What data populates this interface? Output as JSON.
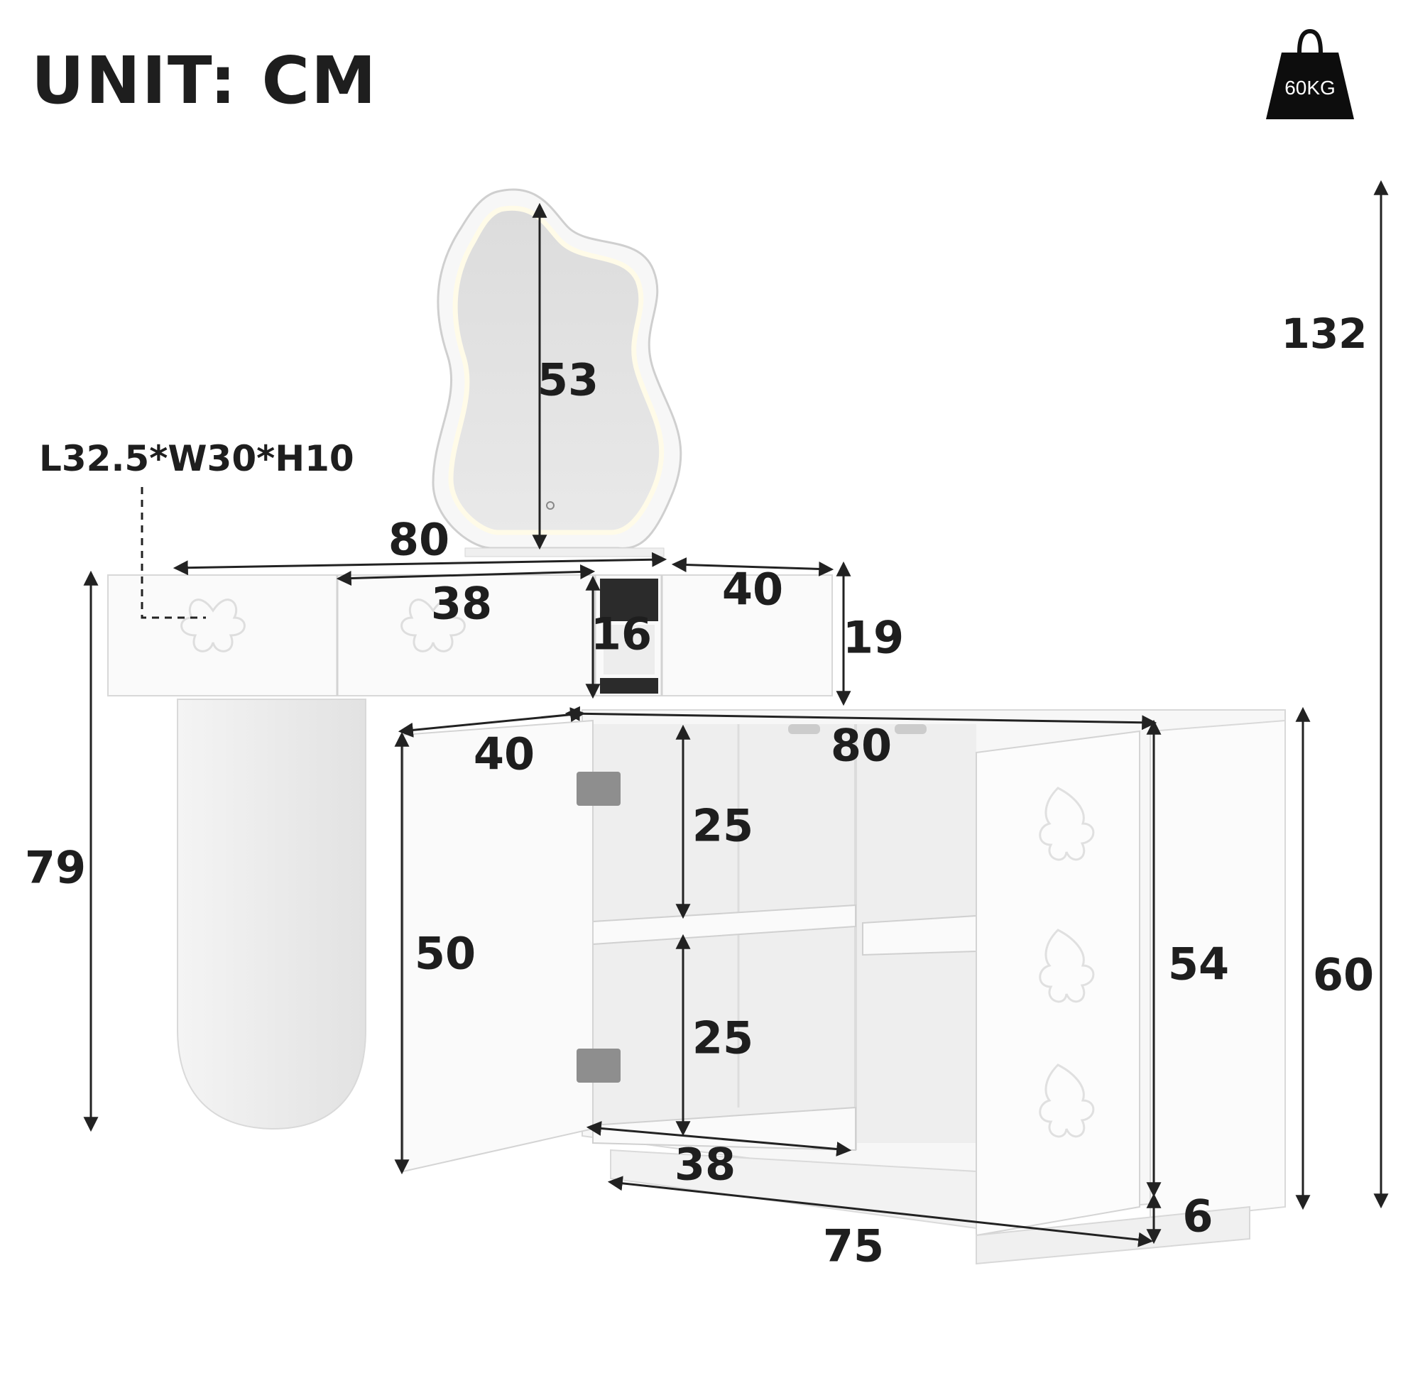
{
  "header": {
    "unit_label": "UNIT: CM"
  },
  "weight_badge": {
    "label": "60KG",
    "icon": "weight-icon"
  },
  "mirror": {
    "height": "53"
  },
  "drawer_note": {
    "text": "L32.5*W30*H10"
  },
  "dimensions": {
    "total_height": "132",
    "desk_top_width": "80",
    "drawer_width": "38",
    "drawer_opening_height": "16",
    "side_drawer_width": "40",
    "desk_drawer_height": "19",
    "desk_leg_height": "79",
    "cabinet_depth": "40",
    "cabinet_top_width": "80",
    "shelf_upper_height": "25",
    "shelf_lower_height": "25",
    "door_height": "50",
    "cabinet_body_height": "54",
    "cabinet_total_height": "60",
    "inner_width": "38",
    "cabinet_base_width": "75",
    "base_height": "6"
  }
}
